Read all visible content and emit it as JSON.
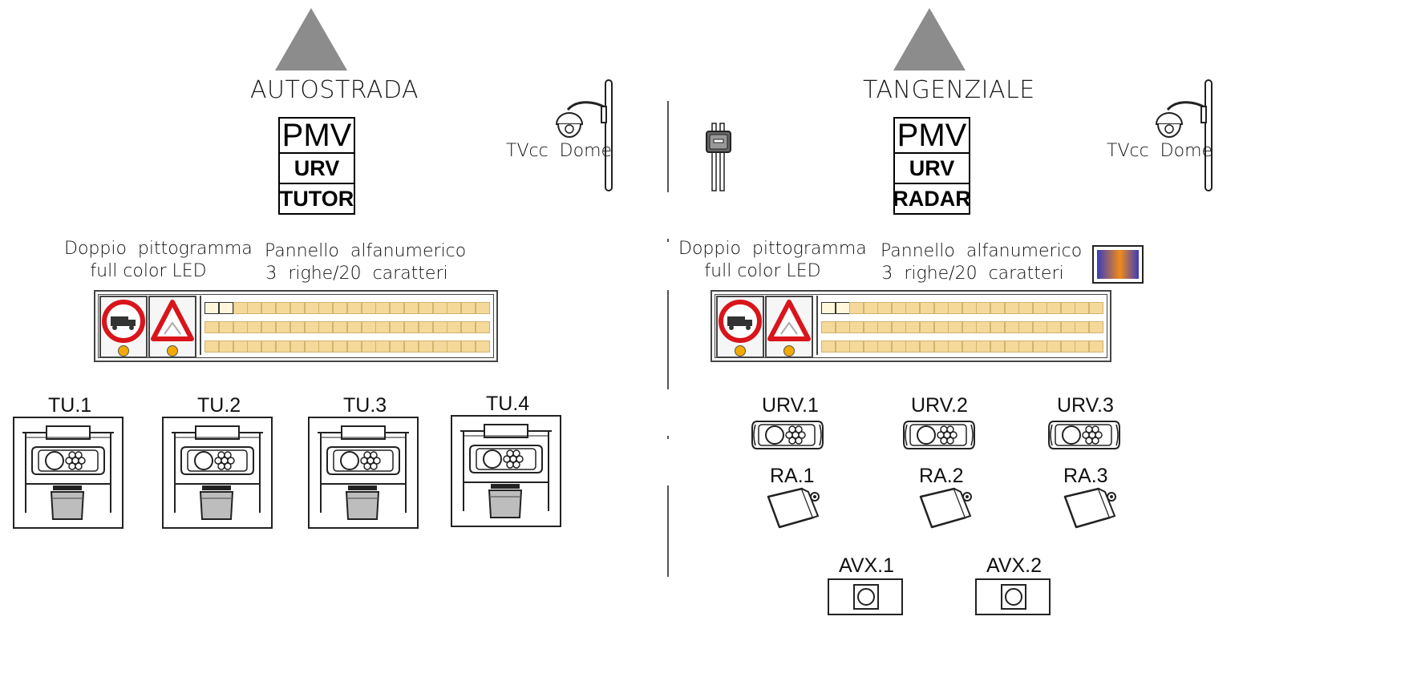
{
  "left": {
    "title": "AUTOSTRADA",
    "stack": [
      "PMV",
      "URV",
      "TUTOR"
    ],
    "camera_label": "TVcc  Dome",
    "pict_label": "Doppio  pittogramma\nfull color LED",
    "panel_label": "Pannello  alfanumerico\n3  righe/20  caratteri",
    "devices": [
      "TU.1",
      "TU.2",
      "TU.3",
      "TU.4"
    ]
  },
  "right": {
    "title": "TANGENZIALE",
    "stack": [
      "PMV",
      "URV",
      "RADAR"
    ],
    "camera_label": "TVcc  Dome",
    "pict_label": "Doppio  pittogramma\nfull color LED",
    "panel_label": "Pannello  alfanumerico\n3  righe/20  caratteri",
    "urv": [
      "URV.1",
      "URV.2",
      "URV.3"
    ],
    "radar": [
      "RA.1",
      "RA.2",
      "RA.3"
    ],
    "avx": [
      "AVX.1",
      "AVX.2"
    ]
  },
  "colors": {
    "triangle": "#8c8c8c",
    "led_cell": "#f4d99a",
    "prohibition_red": "#d9141b",
    "lamp_amber": "#f2a900",
    "gradient_from": "#3b3bbd",
    "gradient_to": "#f08a1c"
  },
  "icons": [
    "triangle-marker",
    "dome-camera-icon",
    "pole-sensor-icon",
    "no-trucks-sign-icon",
    "danger-sign-icon",
    "urv-light-icon",
    "radar-icon",
    "avx-sensor-icon",
    "color-swatch-icon"
  ]
}
